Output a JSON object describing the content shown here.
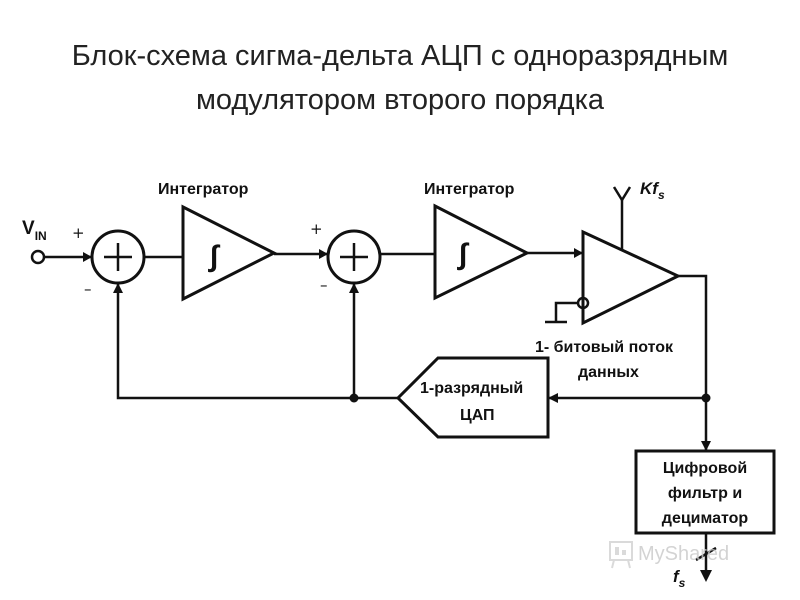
{
  "title": {
    "line1": "Блок-схема сигма-дельта АЦП с одноразрядным",
    "line2": "модулятором второго порядка"
  },
  "diagram": {
    "input_label": "V",
    "input_sub": "IN",
    "integrator1_label": "Интегратор",
    "integrator2_label": "Интегратор",
    "clock_label": "Kf",
    "clock_sub": "s",
    "integral_symbol": "∫",
    "plus_sign": "+",
    "minus_sign": "–",
    "bitstream_line1": "1- битовый поток",
    "bitstream_line2": "данных",
    "dac_line1": "1-разрядный",
    "dac_line2": "ЦАП",
    "filter_line1": "Цифровой",
    "filter_line2": "фильтр и",
    "filter_line3": "дециматор",
    "output_label": "f",
    "output_sub": "s"
  },
  "watermark": {
    "text": "MyShared"
  }
}
